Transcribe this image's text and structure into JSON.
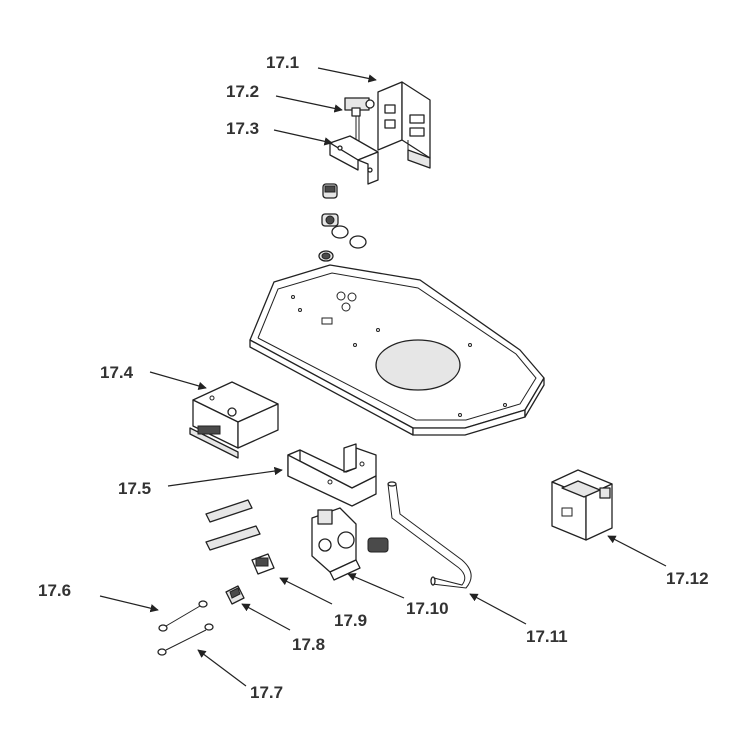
{
  "diagram": {
    "type": "exploded-parts-diagram",
    "callouts": [
      {
        "id": "17.1",
        "label": "17.1"
      },
      {
        "id": "17.2",
        "label": "17.2"
      },
      {
        "id": "17.3",
        "label": "17.3"
      },
      {
        "id": "17.4",
        "label": "17.4"
      },
      {
        "id": "17.5",
        "label": "17.5"
      },
      {
        "id": "17.6",
        "label": "17.6"
      },
      {
        "id": "17.7",
        "label": "17.7"
      },
      {
        "id": "17.8",
        "label": "17.8"
      },
      {
        "id": "17.9",
        "label": "17.9"
      },
      {
        "id": "17.10",
        "label": "17.10"
      },
      {
        "id": "17.11",
        "label": "17.11"
      },
      {
        "id": "17.12",
        "label": "17.12"
      }
    ],
    "colors": {
      "line": "#222222",
      "label": "#333333",
      "fill_gray": "#e6e6e6",
      "background": "#ffffff"
    }
  }
}
